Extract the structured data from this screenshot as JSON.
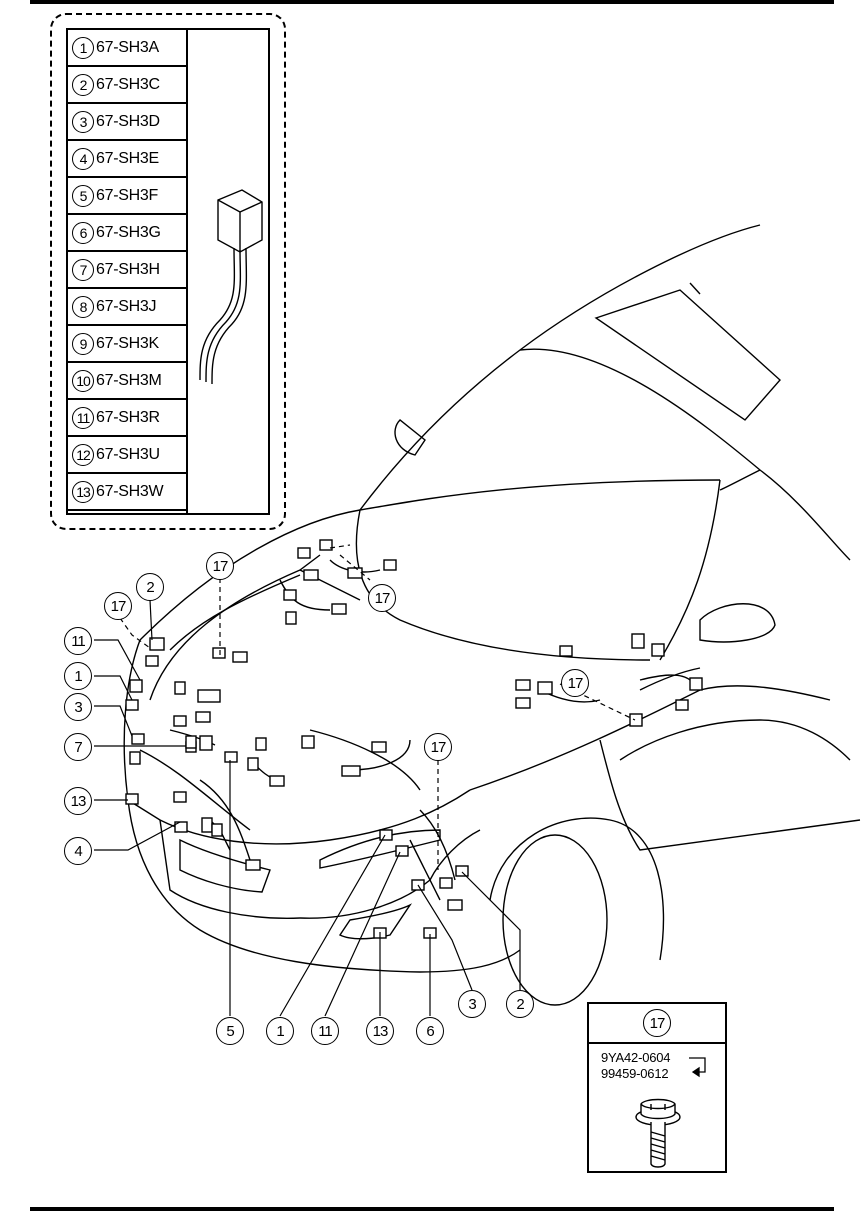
{
  "legend": {
    "rows": [
      {
        "num": "1",
        "code": "67-SH3A"
      },
      {
        "num": "2",
        "code": "67-SH3C"
      },
      {
        "num": "3",
        "code": "67-SH3D"
      },
      {
        "num": "4",
        "code": "67-SH3E"
      },
      {
        "num": "5",
        "code": "67-SH3F"
      },
      {
        "num": "6",
        "code": "67-SH3G"
      },
      {
        "num": "7",
        "code": "67-SH3H"
      },
      {
        "num": "8",
        "code": "67-SH3J"
      },
      {
        "num": "9",
        "code": "67-SH3K"
      },
      {
        "num": "10",
        "code": "67-SH3M"
      },
      {
        "num": "11",
        "code": "67-SH3R"
      },
      {
        "num": "12",
        "code": "67-SH3U"
      },
      {
        "num": "13",
        "code": "67-SH3W"
      }
    ]
  },
  "callouts": {
    "c17_a": "17",
    "c2_a": "2",
    "c17_b": "17",
    "c11_a": "11",
    "c1_a": "1",
    "c3_a": "3",
    "c7_a": "7",
    "c13_a": "13",
    "c4_a": "4",
    "c17_c": "17",
    "c17_d": "17",
    "c17_e": "17",
    "c5_b": "5",
    "c1_b": "1",
    "c11_b": "11",
    "c13_b": "13",
    "c6_b": "6",
    "c3_b": "3",
    "c2_b": "2"
  },
  "bolt": {
    "callout": "17",
    "part_1": "9YA42-0604",
    "part_2": "99459-0612"
  }
}
